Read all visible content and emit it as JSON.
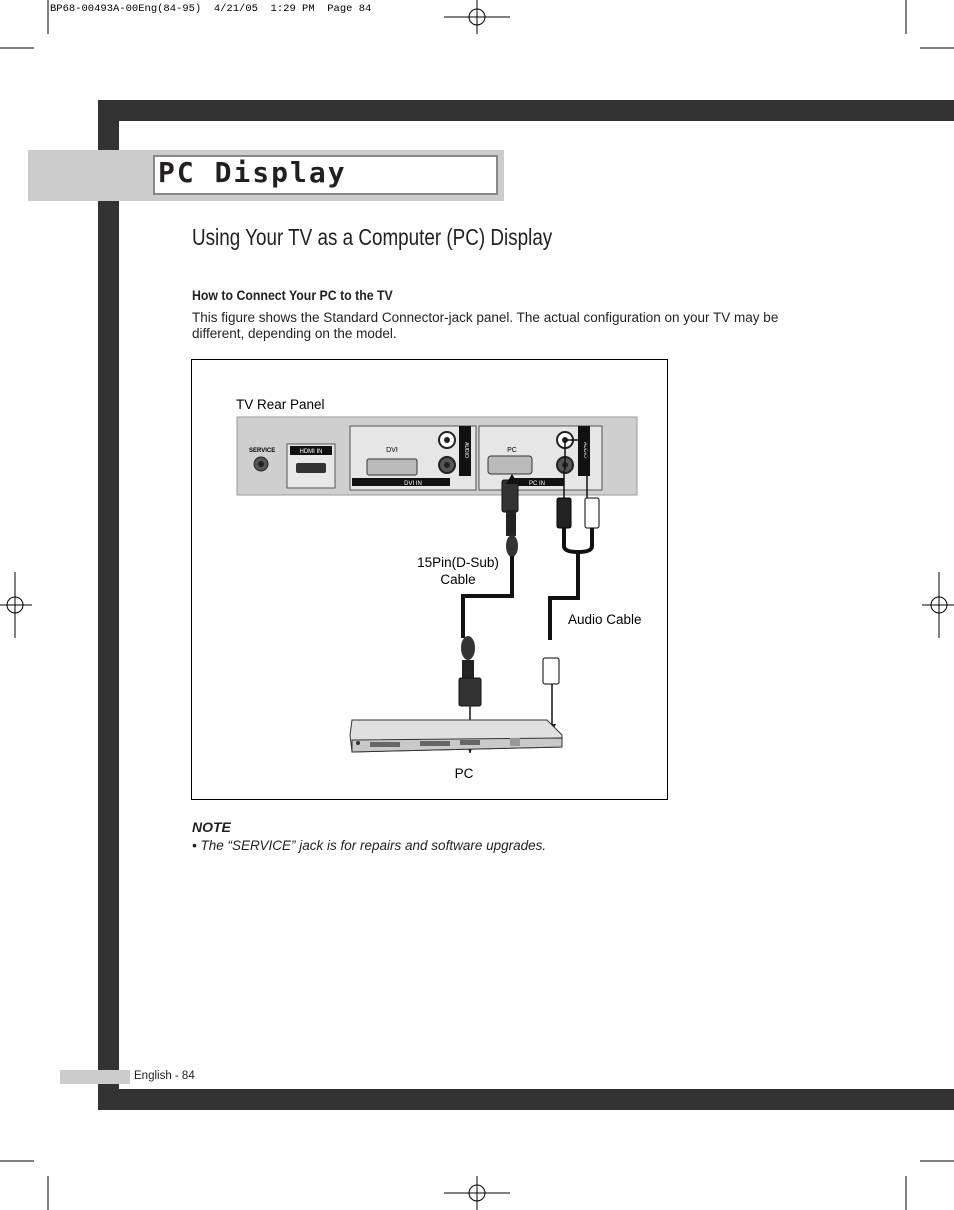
{
  "print_slug": "BP68-00493A-00Eng(84-95)  4/21/05  1:29 PM  Page 84",
  "section_title": "PC Display",
  "subtitle": "Using Your TV as a Computer (PC) Display",
  "heading": "How to Connect Your PC to the TV",
  "body": "This figure shows the Standard Connector-jack panel. The actual configuration on your TV may be different, depending on the model.",
  "figure": {
    "tv_rear_panel_label": "TV Rear Panel",
    "dsub_cable_label_1": "15Pin(D-Sub)",
    "dsub_cable_label_2": "Cable",
    "audio_cable_label": "Audio Cable",
    "pc_label": "PC",
    "panel_labels": {
      "service": "SERVICE",
      "hdmi_in": "HDMI IN",
      "dvi": "DVI",
      "dvi_in": "DVI IN",
      "audio": "AUDIO",
      "pc": "PC",
      "pc_in": "PC IN"
    }
  },
  "note": {
    "title": "NOTE",
    "items": [
      "•  The “SERVICE” jack is for repairs and software upgrades."
    ]
  },
  "footer": "English - 84",
  "colors": {
    "frame": "#333333",
    "band": "#cccccc",
    "text": "#231f20"
  }
}
